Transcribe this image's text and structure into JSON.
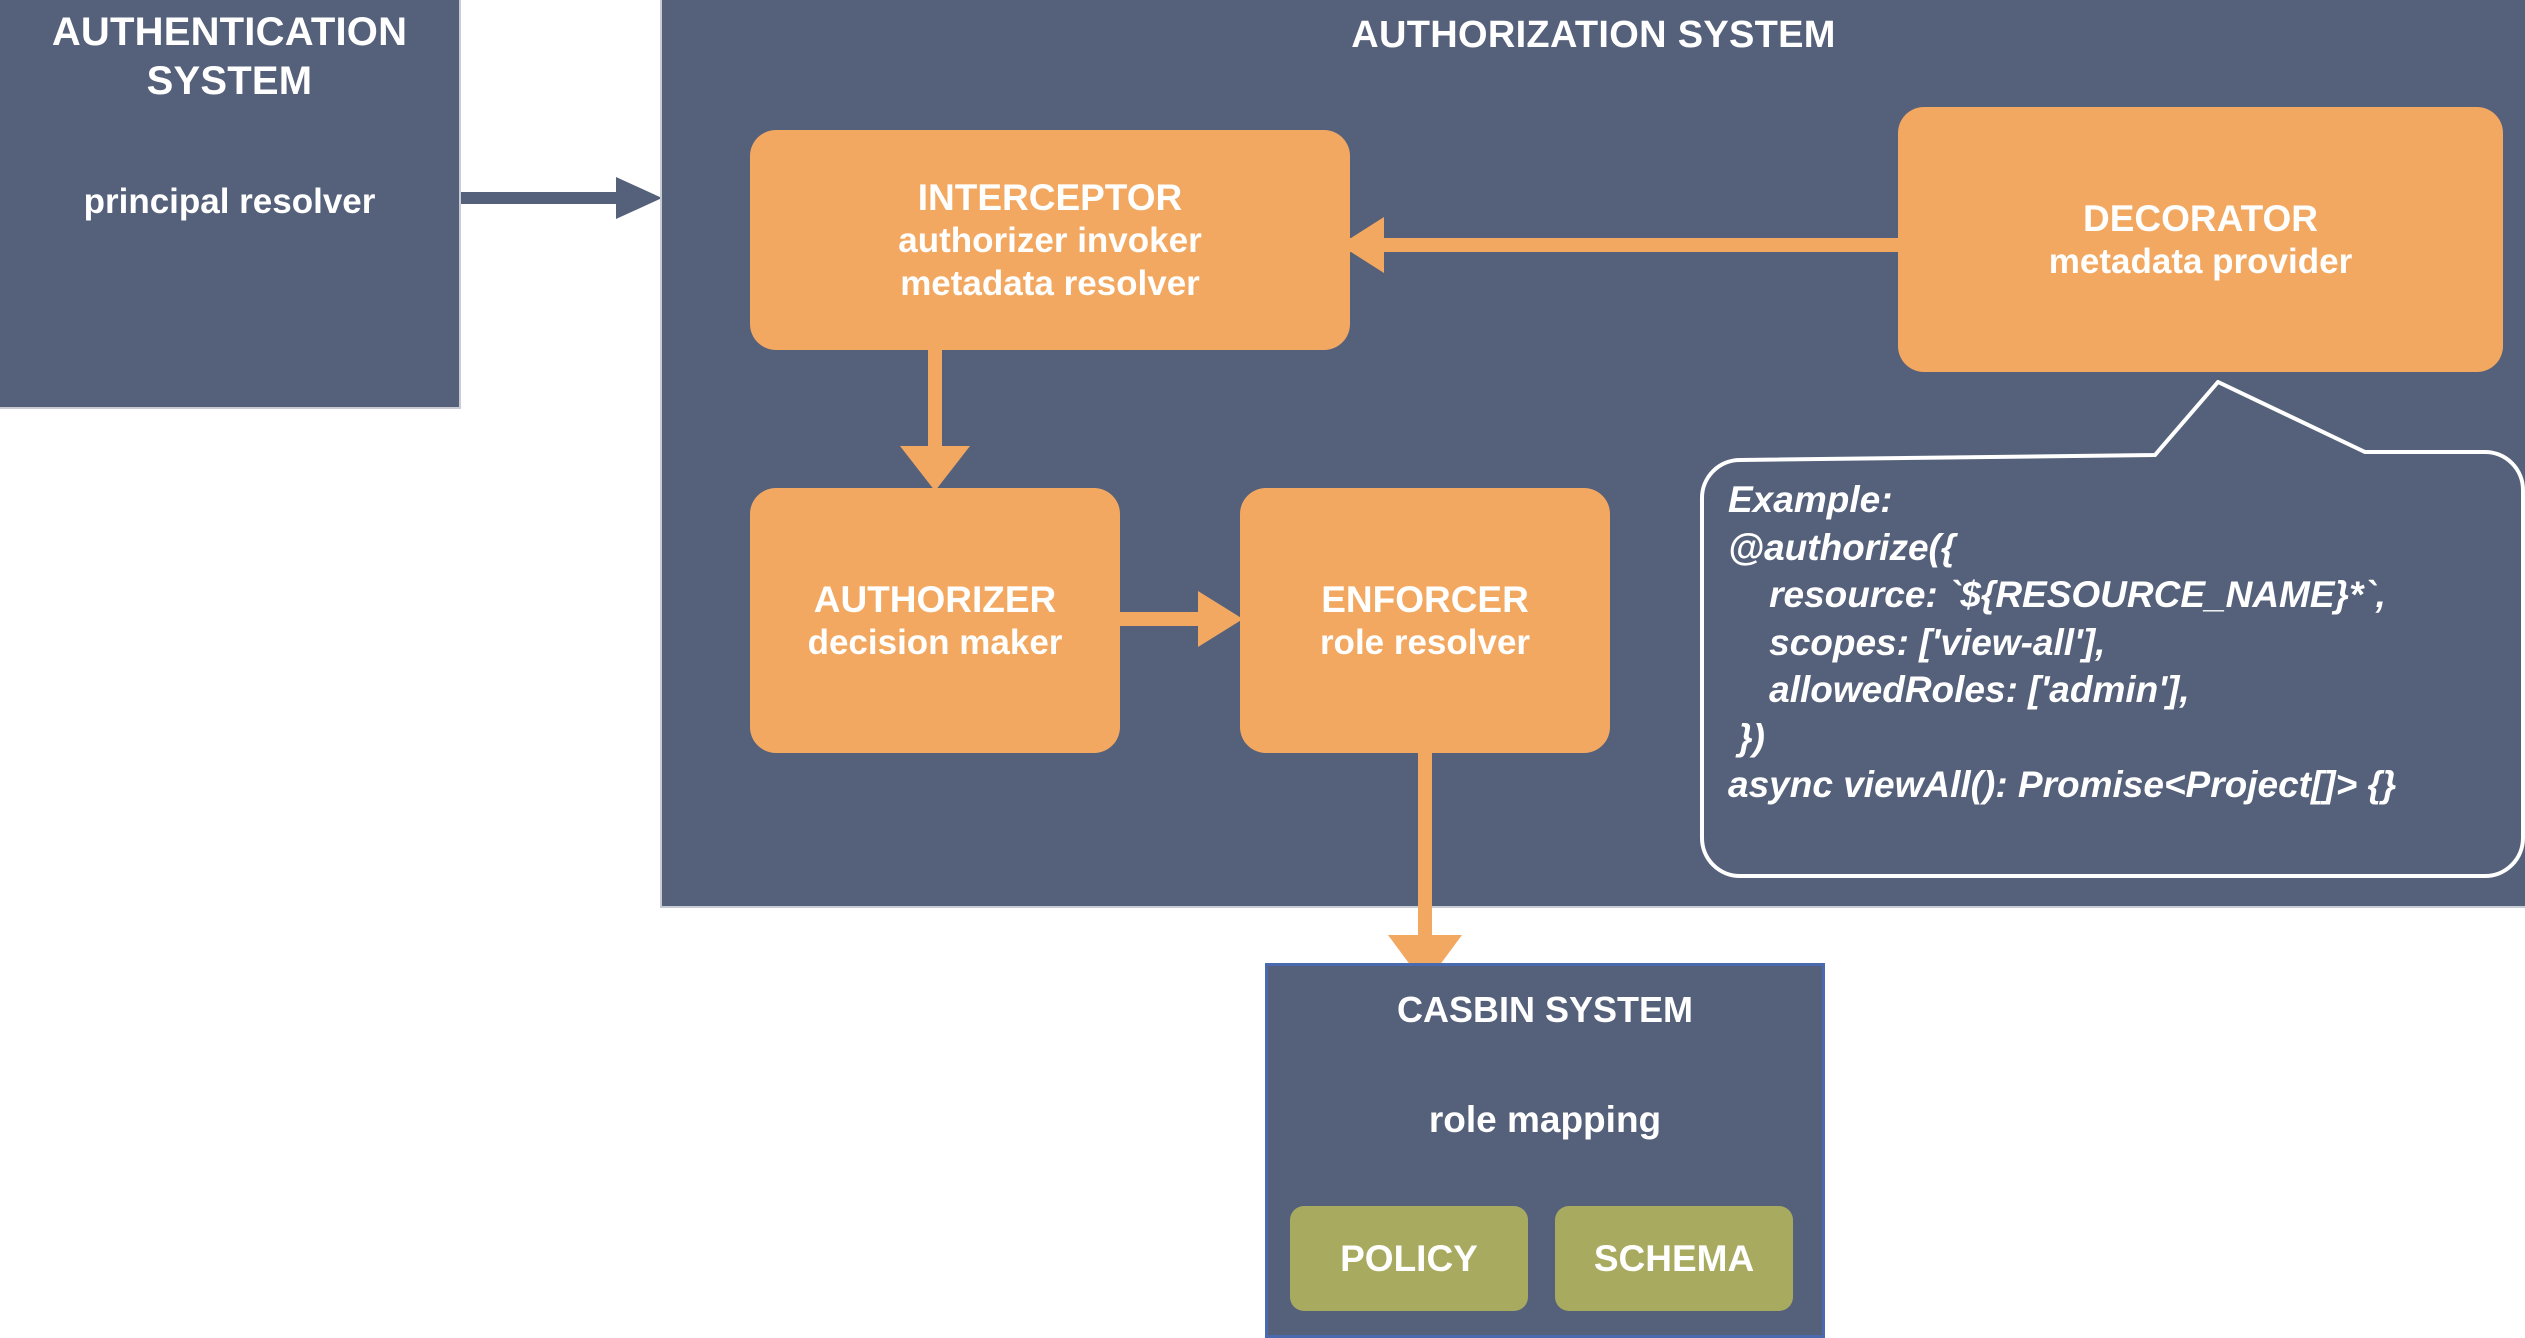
{
  "diagram": {
    "authentication": {
      "title": "AUTHENTICATION SYSTEM",
      "subtitle": "principal resolver"
    },
    "authorization": {
      "title": "AUTHORIZATION SYSTEM",
      "boxes": {
        "interceptor": {
          "title": "INTERCEPTOR",
          "line1": "authorizer invoker",
          "line2": "metadata resolver"
        },
        "decorator": {
          "title": "DECORATOR",
          "line1": "metadata provider"
        },
        "authorizer": {
          "title": "AUTHORIZER",
          "line1": "decision maker"
        },
        "enforcer": {
          "title": "ENFORCER",
          "line1": "role resolver"
        }
      },
      "callout": {
        "text": "Example:\n@authorize({\n    resource: `${RESOURCE_NAME}*`,\n    scopes: ['view-all'],\n    allowedRoles: ['admin'],\n })\nasync viewAll(): Promise<Project[]> {}"
      }
    },
    "casbin": {
      "title": "CASBIN SYSTEM",
      "subtitle": "role mapping",
      "policy_label": "POLICY",
      "schema_label": "SCHEMA"
    },
    "colors": {
      "slate": "#55617a",
      "orange": "#f2a861",
      "olive": "#a8ab5f",
      "casbin_border": "#4a6ab0",
      "white": "#ffffff"
    }
  }
}
